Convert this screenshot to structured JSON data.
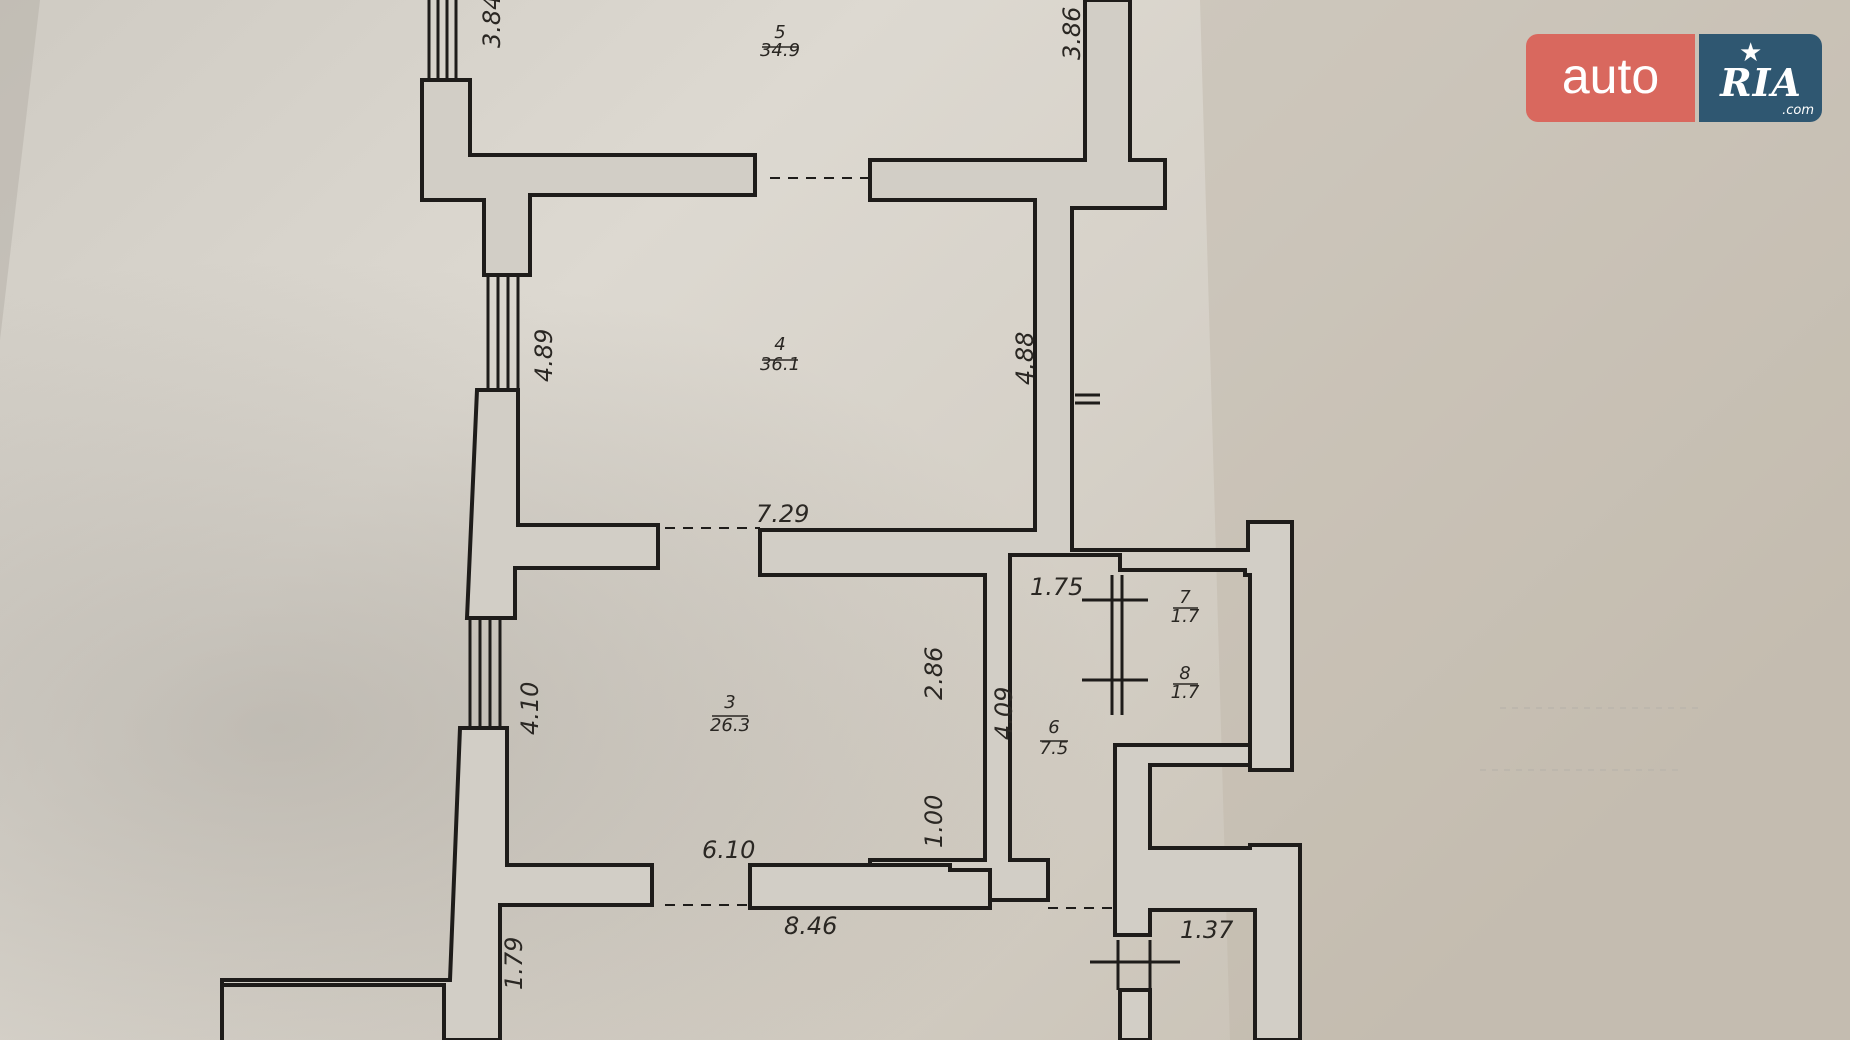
{
  "logo": {
    "auto": "auto",
    "ria": "RIA",
    "com": ".com"
  },
  "plan": {
    "rooms": [
      {
        "number": "5",
        "area": "34.9"
      },
      {
        "number": "4",
        "area": "36.1"
      },
      {
        "number": "3",
        "area": "26.3"
      },
      {
        "number": "6",
        "area": "7.5"
      },
      {
        "number": "7",
        "area": "1.7"
      },
      {
        "number": "8",
        "area": "1.7"
      }
    ],
    "dimensions": [
      "3.84",
      "3.86",
      "4.89",
      "4.88",
      "7.29",
      "4.10",
      "2.86",
      "1.00",
      "6.10",
      "8.46",
      "1.79",
      "4.09",
      "1.75",
      "1.37"
    ]
  }
}
